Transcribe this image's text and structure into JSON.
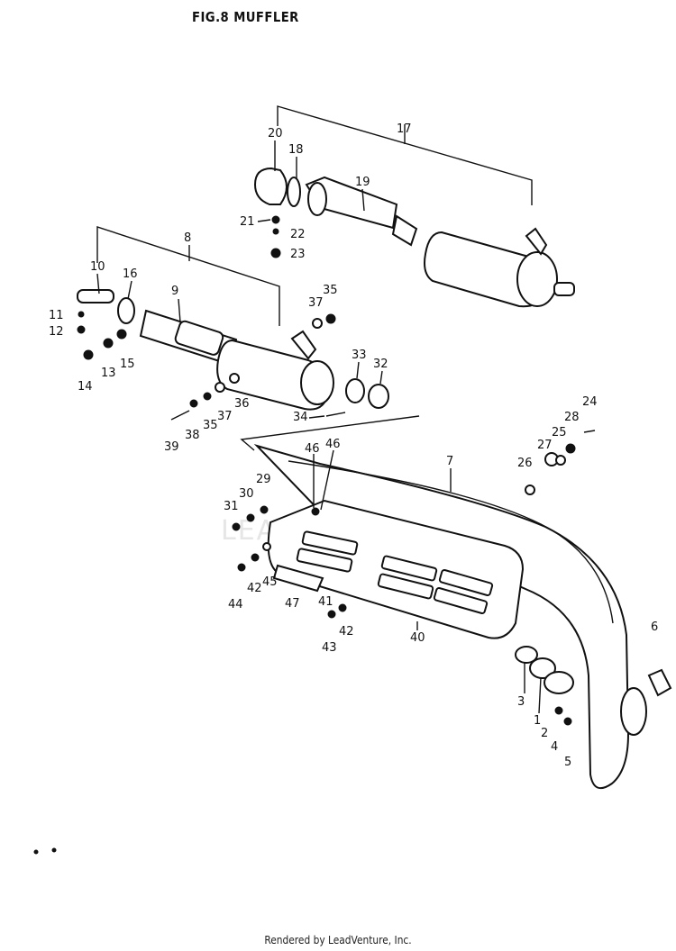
{
  "title": "FIG.8  MUFFLER",
  "footer": "Rendered by LeadVenture, Inc.",
  "watermark": "LEADVENTURE",
  "callouts": [
    {
      "id": "c1",
      "text": "1"
    },
    {
      "id": "c2",
      "text": "2"
    },
    {
      "id": "c3",
      "text": "3"
    },
    {
      "id": "c4",
      "text": "4"
    },
    {
      "id": "c5",
      "text": "5"
    },
    {
      "id": "c6",
      "text": "6"
    },
    {
      "id": "c7",
      "text": "7"
    },
    {
      "id": "c8",
      "text": "8"
    },
    {
      "id": "c9",
      "text": "9"
    },
    {
      "id": "c10",
      "text": "10"
    },
    {
      "id": "c11",
      "text": "11"
    },
    {
      "id": "c12",
      "text": "12"
    },
    {
      "id": "c13",
      "text": "13"
    },
    {
      "id": "c14",
      "text": "14"
    },
    {
      "id": "c15",
      "text": "15"
    },
    {
      "id": "c16",
      "text": "16"
    },
    {
      "id": "c17",
      "text": "17"
    },
    {
      "id": "c18",
      "text": "18"
    },
    {
      "id": "c19",
      "text": "19"
    },
    {
      "id": "c20",
      "text": "20"
    },
    {
      "id": "c21",
      "text": "21"
    },
    {
      "id": "c22",
      "text": "22"
    },
    {
      "id": "c23",
      "text": "23"
    },
    {
      "id": "c24",
      "text": "24"
    },
    {
      "id": "c25",
      "text": "25"
    },
    {
      "id": "c26",
      "text": "26"
    },
    {
      "id": "c27",
      "text": "27"
    },
    {
      "id": "c28",
      "text": "28"
    },
    {
      "id": "c29",
      "text": "29"
    },
    {
      "id": "c30",
      "text": "30"
    },
    {
      "id": "c31",
      "text": "31"
    },
    {
      "id": "c32",
      "text": "32"
    },
    {
      "id": "c33",
      "text": "33"
    },
    {
      "id": "c34",
      "text": "34"
    },
    {
      "id": "c35a",
      "text": "35"
    },
    {
      "id": "c35b",
      "text": "35"
    },
    {
      "id": "c36",
      "text": "36"
    },
    {
      "id": "c37a",
      "text": "37"
    },
    {
      "id": "c37b",
      "text": "37"
    },
    {
      "id": "c38",
      "text": "38"
    },
    {
      "id": "c39",
      "text": "39"
    },
    {
      "id": "c40",
      "text": "40"
    },
    {
      "id": "c41",
      "text": "41"
    },
    {
      "id": "c42a",
      "text": "42"
    },
    {
      "id": "c42b",
      "text": "42"
    },
    {
      "id": "c43",
      "text": "43"
    },
    {
      "id": "c44",
      "text": "44"
    },
    {
      "id": "c45",
      "text": "45"
    },
    {
      "id": "c46a",
      "text": "46"
    },
    {
      "id": "c46b",
      "text": "46"
    },
    {
      "id": "c47",
      "text": "47"
    }
  ]
}
